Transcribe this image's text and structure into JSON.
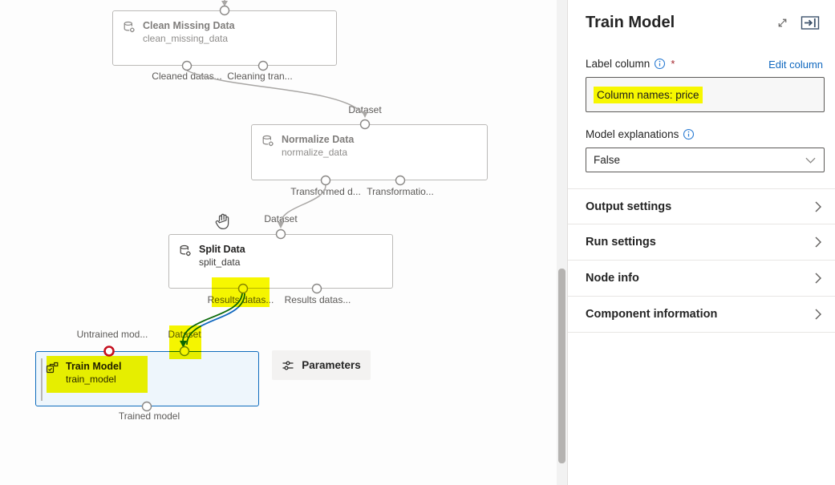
{
  "canvas": {
    "nodes": [
      {
        "title": "Clean Missing Data",
        "subtitle": "clean_missing_data"
      },
      {
        "title": "Normalize Data",
        "subtitle": "normalize_data"
      },
      {
        "title": "Split Data",
        "subtitle": "split_data"
      },
      {
        "title": "Train Model",
        "subtitle": "train_model"
      }
    ],
    "port_labels": {
      "clean_out1": "Cleaned datas...",
      "clean_out2": "Cleaning tran...",
      "normalize_in": "Dataset",
      "normalize_out1": "Transformed d...",
      "normalize_out2": "Transformatio...",
      "split_in": "Dataset",
      "split_out1": "Results datas...",
      "split_out2": "Results datas...",
      "train_in1": "Untrained mod...",
      "train_in2": "Dataset",
      "train_out": "Trained model"
    },
    "parameters_button": "Parameters"
  },
  "panel": {
    "title": "Train Model",
    "label_column": {
      "label": "Label column",
      "required_marker": "*",
      "edit_link": "Edit column",
      "value": "Column names: price"
    },
    "model_explanations": {
      "label": "Model explanations",
      "value": "False"
    },
    "sections": [
      {
        "label": "Output settings"
      },
      {
        "label": "Run settings"
      },
      {
        "label": "Node info"
      },
      {
        "label": "Component information"
      }
    ]
  },
  "colors": {
    "accent": "#0f6cbd",
    "highlight": "#f7f700",
    "link": "#1068bf",
    "required": "#a4262c",
    "edge_green": "#0b6a0b",
    "edge_gray": "#a8a6a4",
    "port_required": "#c50f1f"
  }
}
